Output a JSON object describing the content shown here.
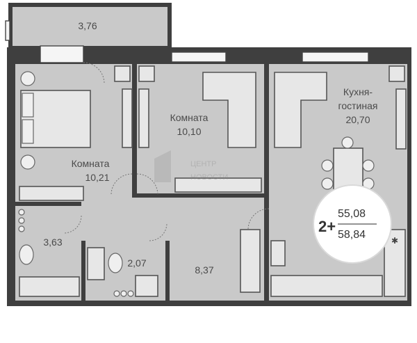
{
  "rooms": {
    "balcony_area": "3,76",
    "bedroom_name": "Комната",
    "bedroom_area": "10,21",
    "room2_name": "Комната",
    "room2_area": "10,10",
    "kitchen_name_line1": "Кухня-",
    "kitchen_name_line2": "гостиная",
    "kitchen_area": "20,70",
    "bathroom_area": "3,63",
    "toilet_area": "2,07",
    "hall_area": "8,37"
  },
  "badge": {
    "rooms_label": "2+",
    "living_area": "55,08",
    "total_area": "58,84"
  },
  "watermark": {
    "line1": "ЦЕНТР",
    "line2": "НОВОСТИ"
  },
  "colors": {
    "wall": "#3f3f3f",
    "floor": "#c9c9c9",
    "furniture": "#e7e7e7",
    "badge_bg": "#ffffff",
    "badge_ring": "#d9d9d9"
  }
}
